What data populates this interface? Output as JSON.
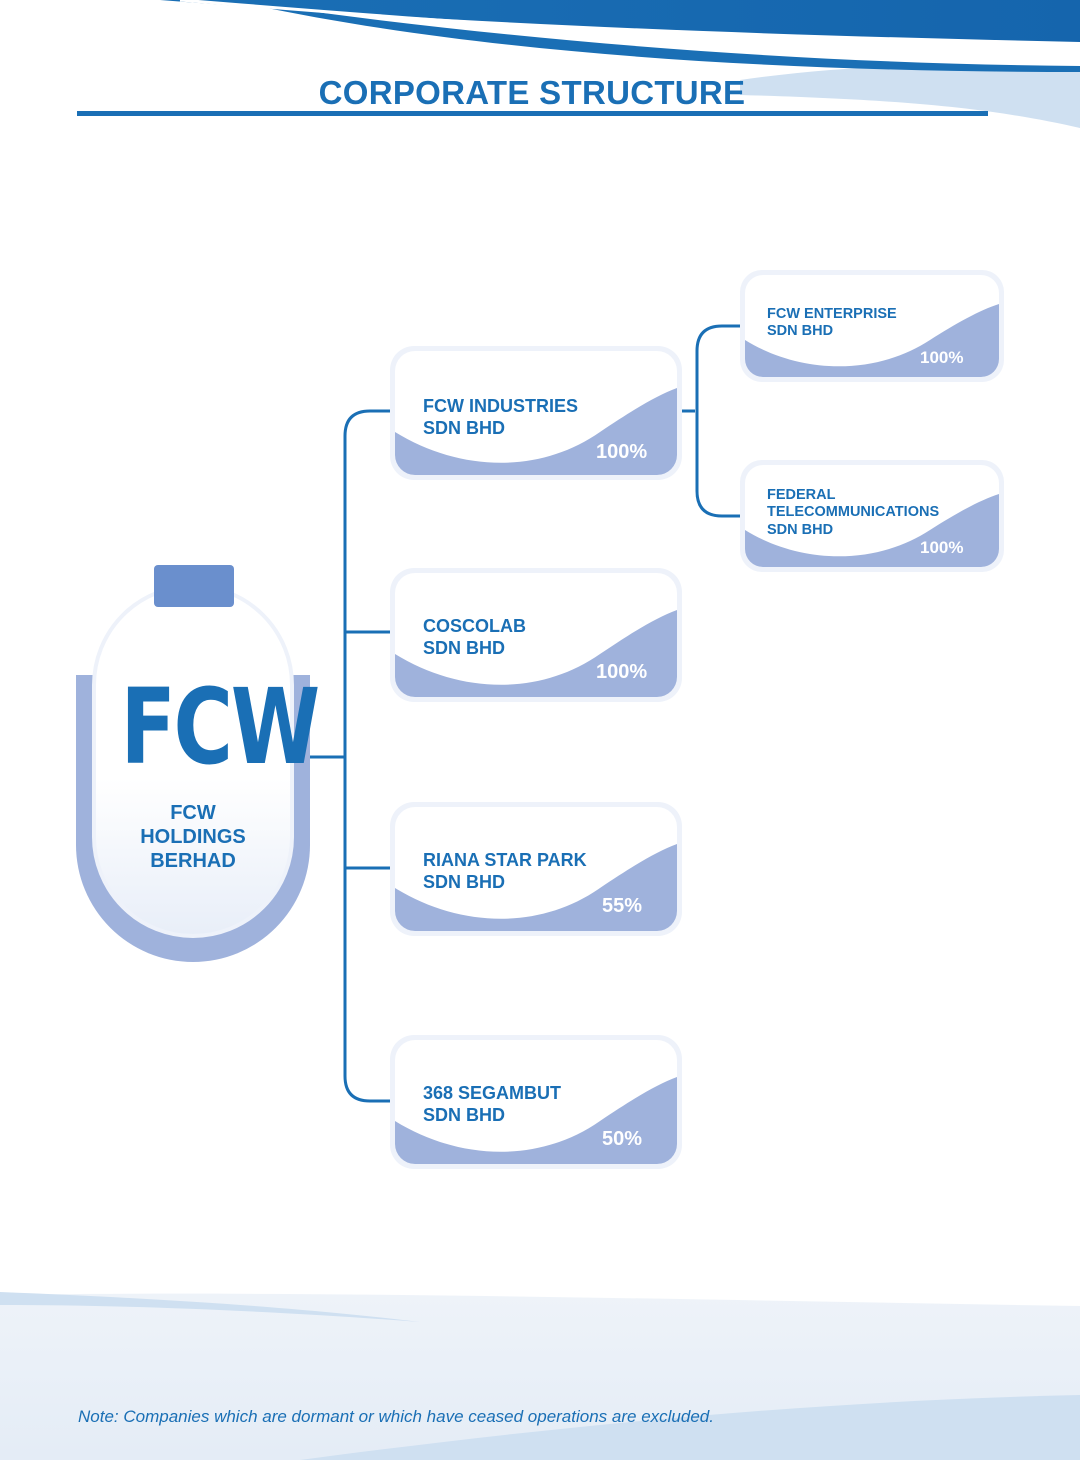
{
  "page": {
    "title": "CORPORATE STRUCTURE",
    "note": "Note: Companies which are dormant or which have ceased operations are excluded."
  },
  "colors": {
    "primary": "#1a6fb5",
    "box_fill": "#9fb2dc",
    "light_wave": "#cfe0f1"
  },
  "holding": {
    "logo": "FCW",
    "name_lines": [
      "FCW",
      "HOLDINGS",
      "BERHAD"
    ]
  },
  "subsidiaries": [
    {
      "id": "fcw-industries",
      "name_lines": [
        "FCW INDUSTRIES",
        "SDN BHD"
      ],
      "stake": "100%"
    },
    {
      "id": "coscolab",
      "name_lines": [
        "COSCOLAB",
        "SDN BHD"
      ],
      "stake": "100%"
    },
    {
      "id": "riana-star-park",
      "name_lines": [
        "RIANA STAR PARK",
        "SDN BHD"
      ],
      "stake": "55%"
    },
    {
      "id": "368-segambut",
      "name_lines": [
        "368 SEGAMBUT",
        "SDN BHD"
      ],
      "stake": "50%"
    }
  ],
  "sub_subsidiaries": [
    {
      "id": "fcw-enterprise",
      "parent": "fcw-industries",
      "name_lines": [
        "FCW ENTERPRISE",
        "SDN BHD"
      ],
      "stake": "100%"
    },
    {
      "id": "federal-telecommunications",
      "parent": "fcw-industries",
      "name_lines": [
        "FEDERAL",
        "TELECOMMUNICATIONS",
        "SDN BHD"
      ],
      "stake": "100%"
    }
  ]
}
